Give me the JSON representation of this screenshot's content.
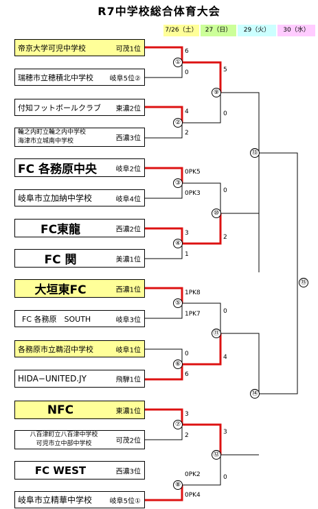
{
  "title": "R7中学校総合体育大会",
  "dates": [
    {
      "label": "7/26（土）",
      "color": "#ffff99"
    },
    {
      "label": "27（日）",
      "color": "#ccff99"
    },
    {
      "label": "29（火）",
      "color": "#ccffff"
    },
    {
      "label": "30（水）",
      "color": "#ffccff"
    }
  ],
  "teams": [
    {
      "name": "帝京大学可児中学校",
      "rank": "可茂1位"
    },
    {
      "name": "瑞穂市立穂積北中学校",
      "rank": "岐阜5位②"
    },
    {
      "name": "付知フットボールクラブ",
      "rank": "東濃2位"
    },
    {
      "name1": "輪之内町立輪之内中学校",
      "name2": "海津市立城南中学校",
      "rank": "西濃3位"
    },
    {
      "name": "FC 各務原中央",
      "rank": "岐阜2位"
    },
    {
      "name": "岐阜市立加納中学校",
      "rank": "岐阜4位"
    },
    {
      "name": "FC東龍",
      "rank": "西濃2位"
    },
    {
      "name": "FC 関",
      "rank": "美濃1位"
    },
    {
      "name": "大垣東FC",
      "rank": "西濃1位"
    },
    {
      "name": "FC 各務原　SOUTH",
      "rank": "岐阜3位"
    },
    {
      "name": "各務原市立鵜沼中学校",
      "rank": "岐阜1位"
    },
    {
      "name": "HIDA−UNITED.JY",
      "rank": "飛騨1位"
    },
    {
      "name": "NFC",
      "rank": "東濃1位"
    },
    {
      "name1": "八百津町立八百津中学校",
      "name2": "可児市立中部中学校",
      "rank": "可茂2位"
    },
    {
      "name": "FC WEST",
      "rank": "西濃3位"
    },
    {
      "name": "岐阜市立精華中学校",
      "rank": "岐阜5位①"
    }
  ],
  "matches": {
    "m1": "①",
    "m2": "②",
    "m3": "③",
    "m4": "④",
    "m5": "⑤",
    "m6": "⑥",
    "m7": "⑦",
    "m8": "⑧",
    "m9": "⑨",
    "m10": "⑩",
    "m11": "⑪",
    "m12": "⑫",
    "m13": "⑬",
    "m14": "⑭",
    "m15": "⑮"
  },
  "scores": {
    "r1": [
      "6",
      "0",
      "4",
      "2",
      "0PK5",
      "0PK3",
      "3",
      "1",
      "1PK8",
      "1PK7",
      "0",
      "6",
      "3",
      "2",
      "0PK2",
      "0PK4"
    ],
    "r2": [
      "5",
      "0",
      "0",
      "2",
      "0",
      "4",
      "3",
      "0"
    ]
  },
  "colors": {
    "win_line": "#dd1111",
    "line": "#000000"
  }
}
